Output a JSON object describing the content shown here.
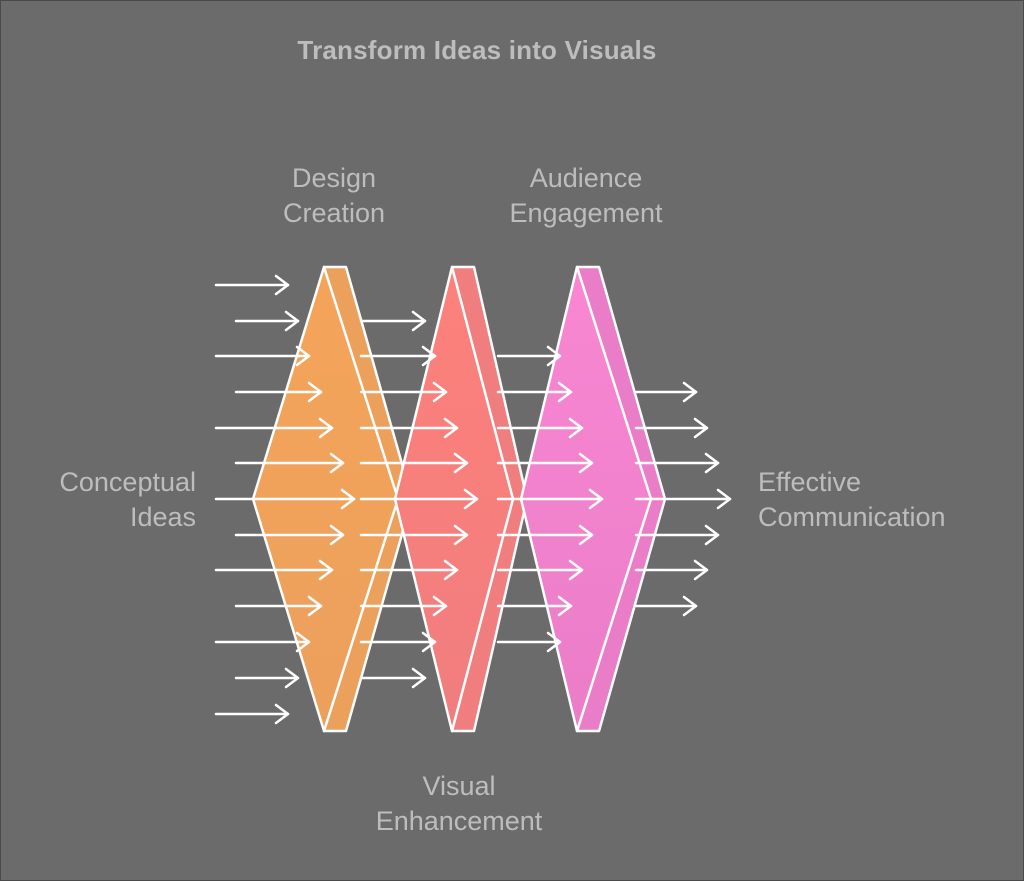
{
  "title": "Transform Ideas into Visuals",
  "stages": [
    {
      "id": "design",
      "label_lines": [
        "Design",
        "Creation"
      ],
      "color": "#f5a45a",
      "color_bottom": "#eba05c"
    },
    {
      "id": "visual",
      "label_lines": [
        "Visual",
        "Enhancement"
      ],
      "color": "#fd807b",
      "color_bottom": "#f07e7e"
    },
    {
      "id": "audience",
      "label_lines": [
        "Audience",
        "Engagement"
      ],
      "color": "#f987d2",
      "color_bottom": "#ea7dc8"
    }
  ],
  "input": {
    "label_lines": [
      "Conceptual",
      "Ideas"
    ]
  },
  "output": {
    "label_lines": [
      "Effective",
      "Communication"
    ]
  },
  "colors": {
    "background": "#6b6b6b",
    "text": "#bdbdbd",
    "arrow": "#ffffff"
  }
}
